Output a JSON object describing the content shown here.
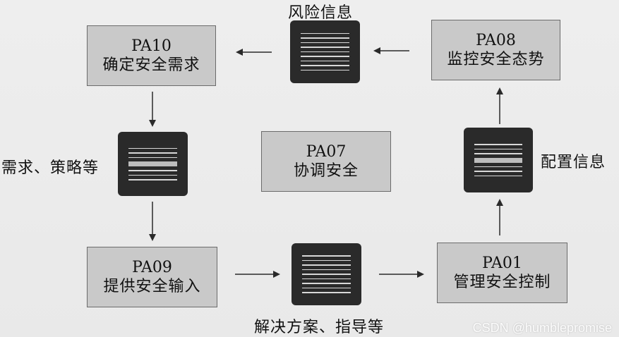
{
  "boxes": {
    "pa10": {
      "code": "PA10",
      "name": "确定安全需求"
    },
    "pa08": {
      "code": "PA08",
      "name": "监控安全态势"
    },
    "pa07": {
      "code": "PA07",
      "name": "协调安全"
    },
    "pa09": {
      "code": "PA09",
      "name": "提供安全输入"
    },
    "pa01": {
      "code": "PA01",
      "name": "管理安全控制"
    }
  },
  "labels": {
    "risk_info": "风险信息",
    "requirements": "需求、策略等",
    "config_info": "配置信息",
    "solutions": "解决方案、指导等"
  },
  "watermark": "CSDN @humblepromise"
}
